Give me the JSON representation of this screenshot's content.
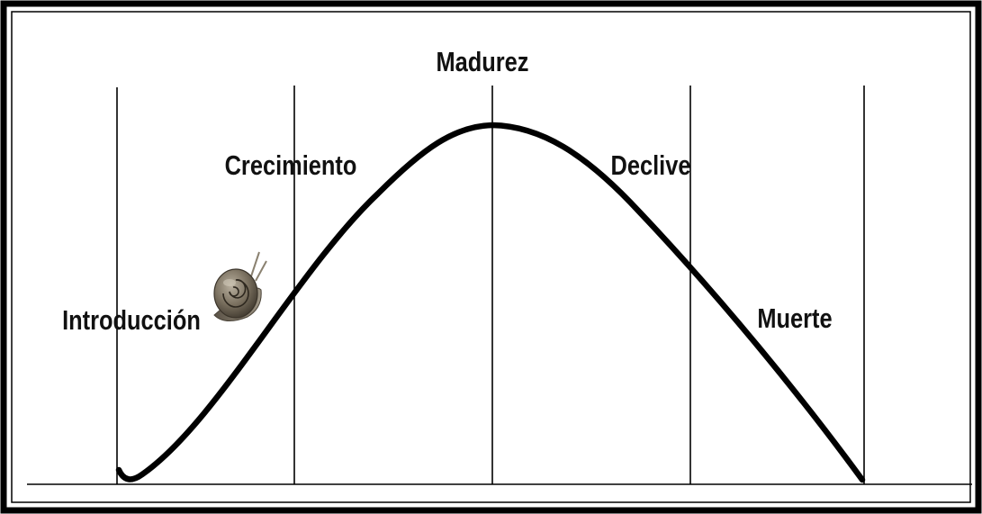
{
  "stages": {
    "introduction": "Introducción",
    "growth": "Crecimiento",
    "maturity": "Madurez",
    "decline": "Declive",
    "death": "Muerte"
  },
  "colors": {
    "frame": "#000000",
    "background": "#ffffff",
    "curve": "#000000",
    "lines": "#000000",
    "snail_shell": "#6e6557"
  },
  "icons": {
    "mascot": "snail-icon"
  }
}
